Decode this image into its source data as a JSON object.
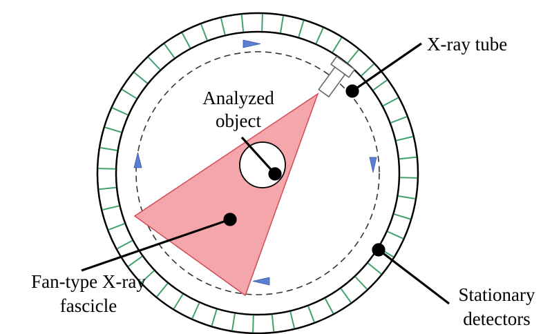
{
  "labels": {
    "xray_tube": "X-ray tube",
    "analyzed_object_line1": "Analyzed",
    "analyzed_object_line2": "object",
    "fan_line1": "Fan-type X-ray",
    "fan_line2": "fascicle",
    "detectors_line1": "Stationary",
    "detectors_line2": "detectors"
  },
  "colors": {
    "fan_fill": "#f4a6ab",
    "fan_stroke": "#d24a55",
    "detector_tick": "#3fa06a",
    "arrow": "#5b7fd1",
    "outline": "#000000"
  }
}
